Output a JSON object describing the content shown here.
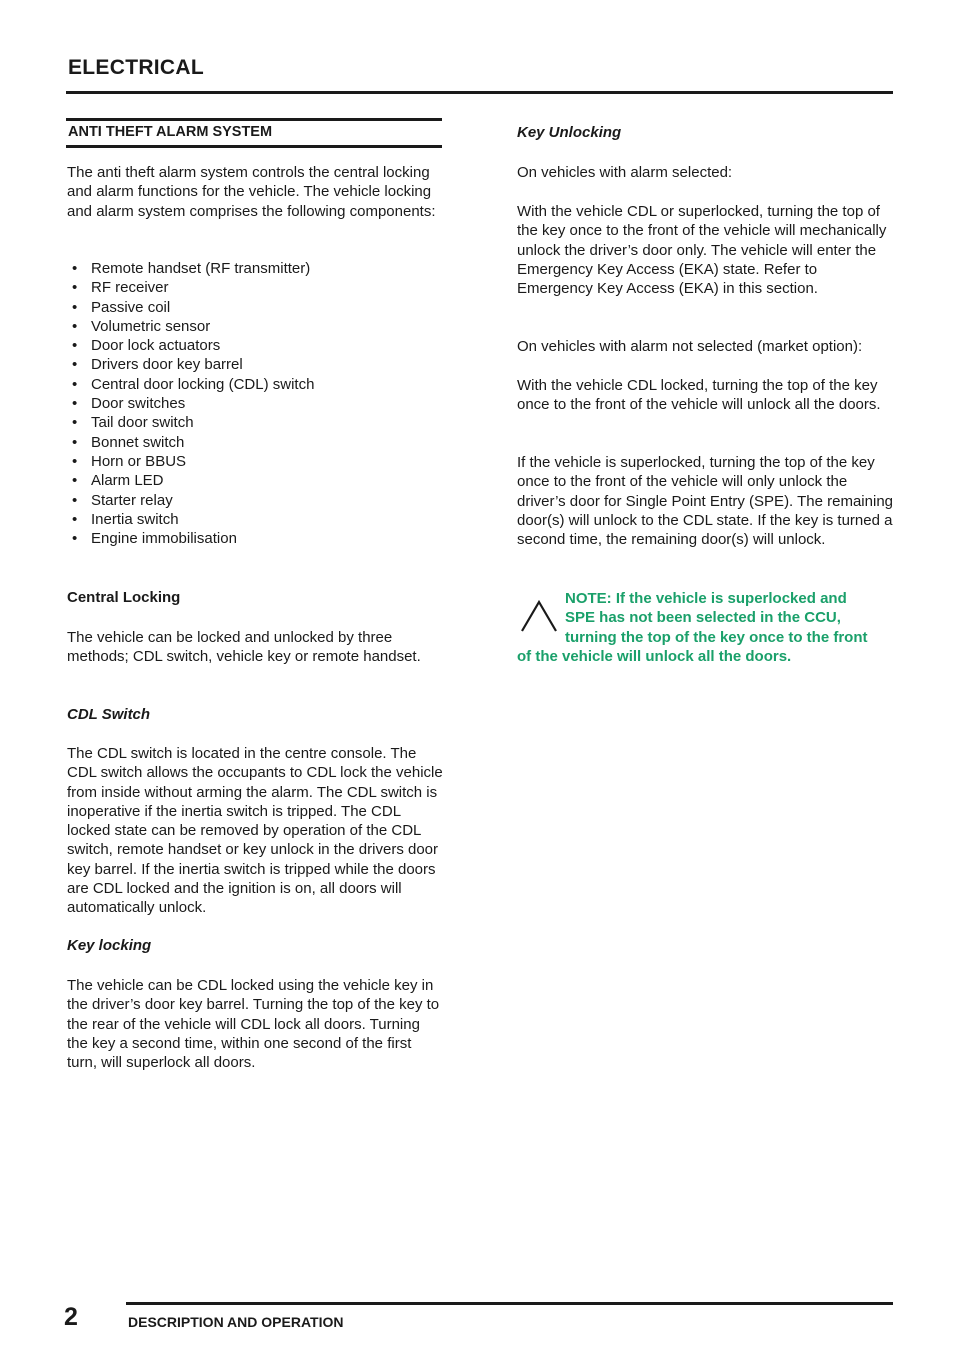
{
  "header": {
    "title": "ELECTRICAL"
  },
  "section": {
    "title": "ANTI THEFT ALARM SYSTEM"
  },
  "left": {
    "intro": "The anti theft alarm system controls the central locking and alarm functions for the vehicle. The vehicle locking and alarm system comprises the following components:",
    "components": [
      "Remote handset (RF transmitter)",
      "RF receiver",
      "Passive coil",
      "Volumetric sensor",
      "Door lock actuators",
      "Drivers door key barrel",
      "Central door locking (CDL) switch",
      "Door switches",
      "Tail door switch",
      "Bonnet switch",
      "Horn or BBUS",
      "Alarm LED",
      "Starter relay",
      "Inertia switch",
      "Engine immobilisation"
    ],
    "bullet": "•",
    "central_locking_heading": "Central Locking",
    "central_locking_text": "The vehicle can be locked and unlocked by three methods; CDL switch, vehicle key or remote handset.",
    "cdl_switch_heading": "CDL Switch",
    "cdl_switch_text": "The CDL switch is located in the centre console. The CDL switch allows the occupants to CDL lock the vehicle from inside without arming the alarm. The CDL switch is inoperative if the inertia switch is tripped. The CDL locked state can be removed by operation of the CDL switch, remote handset or key unlock in the drivers door key barrel. If the inertia switch is tripped while the doors are CDL locked and the ignition is on, all doors will automatically unlock.",
    "key_locking_heading": "Key locking",
    "key_locking_text": "The vehicle can be CDL locked using the vehicle key in the driver’s door key barrel. Turning the top of the key to the rear of the vehicle will CDL lock all doors. Turning the key a second time, within one second of the first turn, will superlock all doors."
  },
  "right": {
    "key_unlocking_heading": "Key Unlocking",
    "alarm_selected": "On vehicles with alarm selected:",
    "alarm_selected_text": "With the vehicle CDL or superlocked, turning the top of the key once to the front of the vehicle will mechanically unlock the driver’s door only. The vehicle will enter the Emergency Key Access (EKA) state. Refer to Emergency Key Access (EKA) in this section.",
    "alarm_not_selected": "On vehicles with alarm not selected (market option):",
    "alarm_not_selected_text": "With the vehicle CDL locked, turning the top of the key once to the front of the vehicle will unlock all the doors.",
    "superlocked_text": "If the vehicle is superlocked, turning the top of the key once to the front of the vehicle will only unlock the driver’s door for Single Point Entry (SPE). The remaining door(s) will unlock to the CDL state. If the key is turned a second time, the remaining door(s) will unlock.",
    "note": {
      "line1": "NOTE: If the vehicle is superlocked and",
      "line2": "SPE has not been selected in the CCU,",
      "line3": "turning the top of the key once to the front",
      "line4": "of the vehicle will unlock all the doors.",
      "color": "#1aa06a",
      "icon": "note-triangle-icon"
    }
  },
  "footer": {
    "page_number": "2",
    "section_label": "DESCRIPTION AND OPERATION"
  }
}
